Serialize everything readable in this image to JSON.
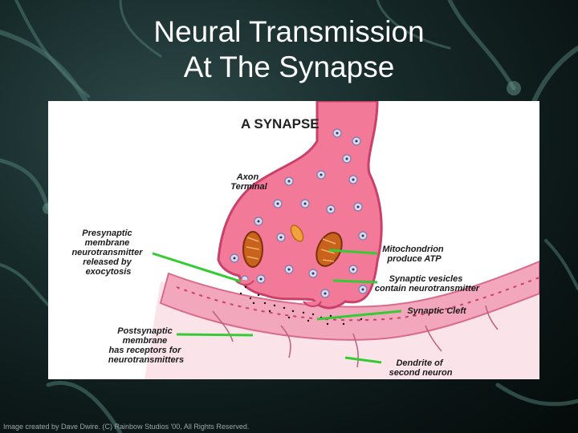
{
  "slide": {
    "title_line1": "Neural Transmission",
    "title_line2": "At The Synapse",
    "credit": "Image created by Dave Dwire. (C) Rainbow Studios '00, All Rights Reserved."
  },
  "diagram": {
    "heading": "A SYNAPSE",
    "labels": {
      "axon": [
        "Axon",
        "Terminal"
      ],
      "presynaptic": [
        "Presynaptic",
        "membrane",
        "neurotransmitter",
        "released by",
        "exocytosis"
      ],
      "mitochondrion": [
        "Mitochondrion",
        "produce ATP"
      ],
      "vesicles": [
        "Synaptic vesicles",
        "contain neurotransmitter"
      ],
      "cleft": [
        "Synaptic Cleft"
      ],
      "postsynaptic": [
        "Postsynaptic",
        "membrane",
        "has receptors for",
        "neurotransmitters"
      ],
      "dendrite": [
        "Dendrite of",
        "second neuron"
      ]
    },
    "colors": {
      "terminal_fill": "#f27a98",
      "terminal_outline": "#c9406a",
      "dendrite_fill": "#f3a7bd",
      "pointer_line": "#33cc33",
      "vesicle": "#d9d9f0",
      "mitochondria": "#c8621c"
    }
  }
}
